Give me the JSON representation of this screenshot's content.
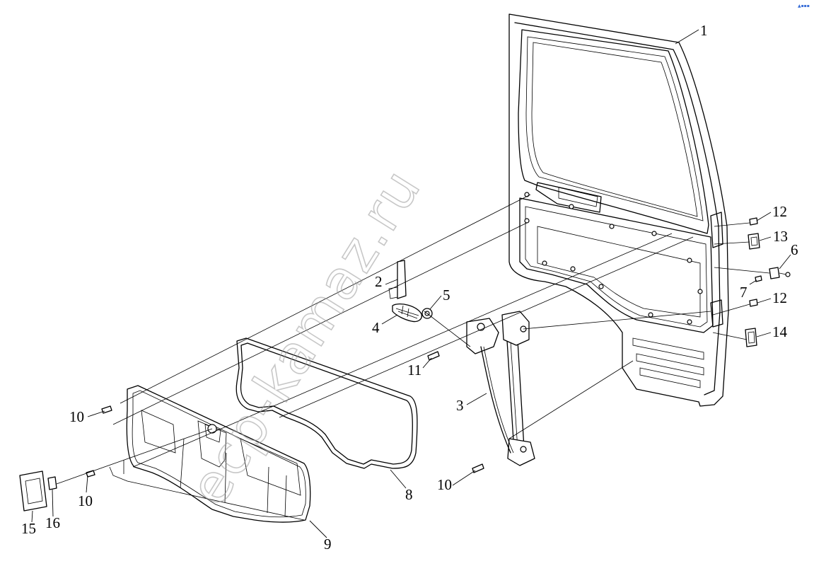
{
  "watermark": "ecp-kamaz.ru",
  "corner_mark": "▲▪▪▪",
  "callouts": [
    {
      "id": "callout-1",
      "text": "1"
    },
    {
      "id": "callout-2",
      "text": "2"
    },
    {
      "id": "callout-3",
      "text": "3"
    },
    {
      "id": "callout-4",
      "text": "4"
    },
    {
      "id": "callout-5",
      "text": "5"
    },
    {
      "id": "callout-6",
      "text": "6"
    },
    {
      "id": "callout-7",
      "text": "7"
    },
    {
      "id": "callout-8",
      "text": "8"
    },
    {
      "id": "callout-9",
      "text": "9"
    },
    {
      "id": "callout-10a",
      "text": "10"
    },
    {
      "id": "callout-10b",
      "text": "10"
    },
    {
      "id": "callout-10c",
      "text": "10"
    },
    {
      "id": "callout-11",
      "text": "11"
    },
    {
      "id": "callout-12a",
      "text": "12"
    },
    {
      "id": "callout-12b",
      "text": "12"
    },
    {
      "id": "callout-13",
      "text": "13"
    },
    {
      "id": "callout-14",
      "text": "14"
    },
    {
      "id": "callout-15",
      "text": "15"
    },
    {
      "id": "callout-16",
      "text": "16"
    }
  ]
}
